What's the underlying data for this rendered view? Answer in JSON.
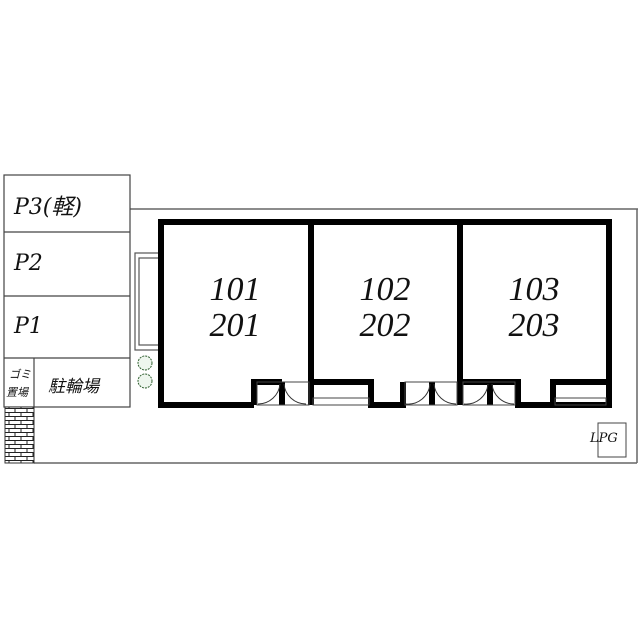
{
  "site_plan": {
    "parking": [
      {
        "id": "p3",
        "label": "P3(軽)"
      },
      {
        "id": "p2",
        "label": "P2"
      },
      {
        "id": "p1",
        "label": "P1"
      }
    ],
    "bicycle_parking": {
      "label": "駐輪場"
    },
    "garbage_area": {
      "line1": "ゴミ",
      "line2": "置場"
    },
    "units": [
      {
        "ground": "101",
        "upper": "201"
      },
      {
        "ground": "102",
        "upper": "202"
      },
      {
        "ground": "103",
        "upper": "203"
      }
    ],
    "lpg": {
      "label": "LPG"
    },
    "colors": {
      "wall": "#000000",
      "outline": "#555555",
      "brick": "#333333",
      "shrub": "#2f5f2f"
    }
  }
}
